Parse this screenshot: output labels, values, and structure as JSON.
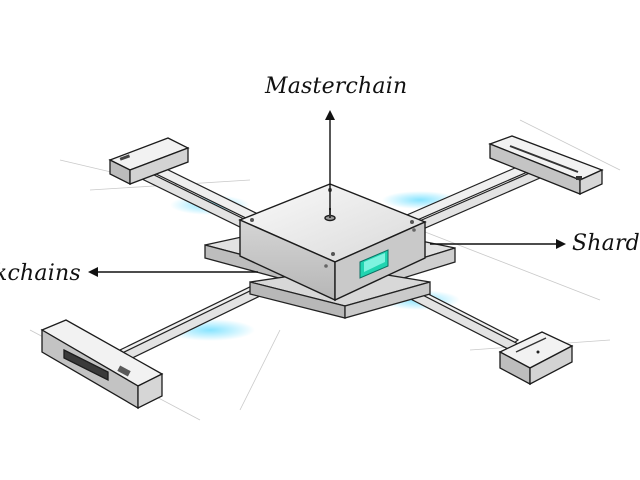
{
  "diagram": {
    "labels": {
      "top": "Masterchain",
      "right": "Shardc",
      "left": "kchains"
    },
    "colors": {
      "ink": "#1a1a1a",
      "metal": "#e9e9e9",
      "glow": "#3dd6ff",
      "screen": "#21d4b0"
    }
  }
}
